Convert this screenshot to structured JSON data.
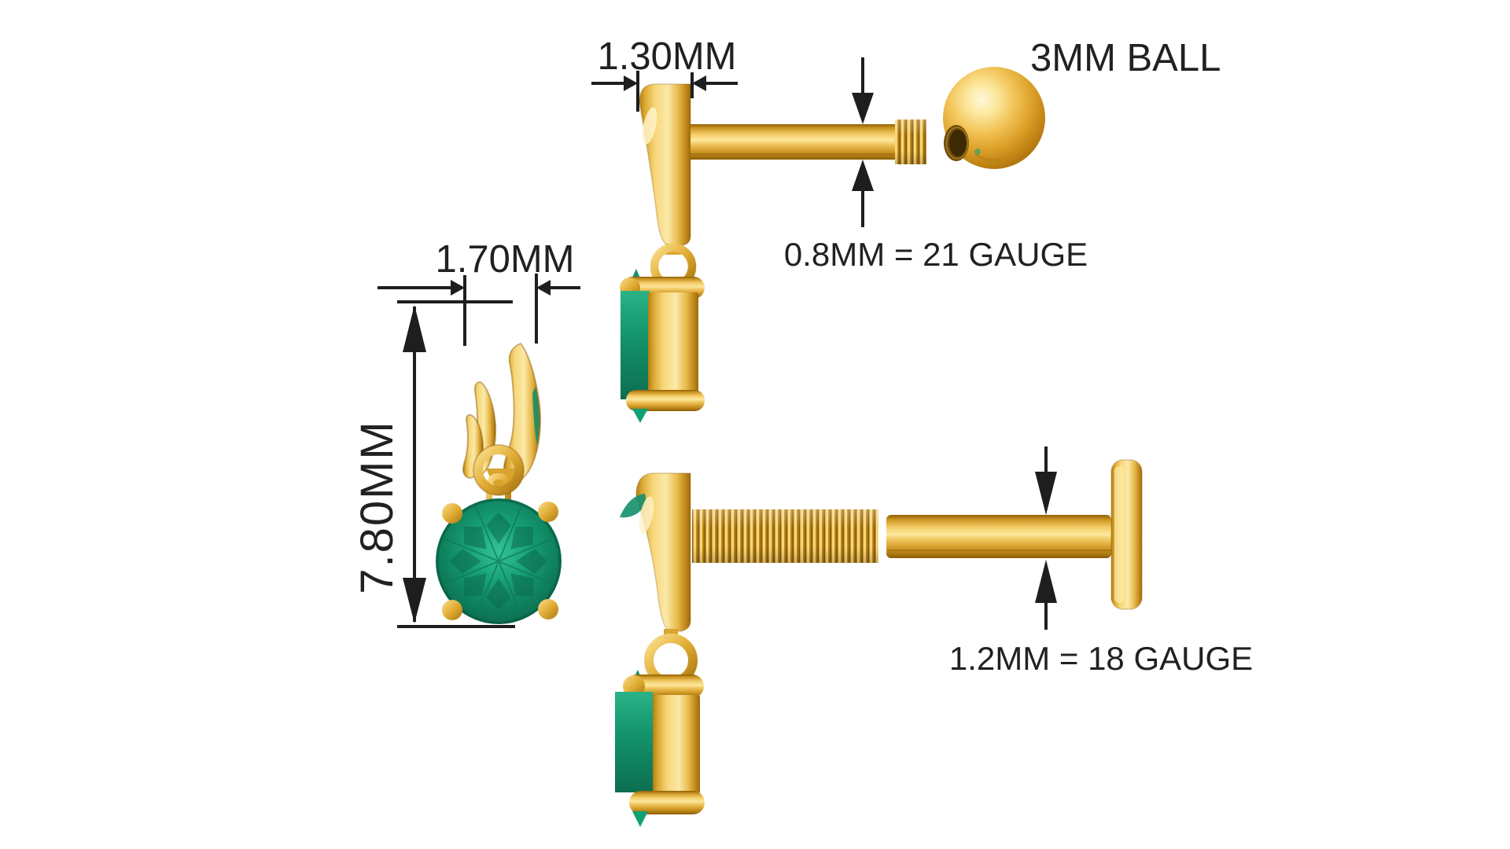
{
  "diagram": {
    "labels": {
      "top_plate_width": "1.30MM",
      "ball_size": "3MM BALL",
      "top_post_gauge": "0.8MM = 21 GAUGE",
      "drop_width": "1.70MM",
      "drop_height": "7.80MM",
      "bottom_post_gauge": "1.2MM = 18 GAUGE"
    },
    "colors": {
      "gold": "#E9B64A",
      "gold_dark": "#9A6A0C",
      "gold_light": "#FBE9A8",
      "emerald": "#14956E",
      "dimension_lines": "#1E1E1E",
      "background": "#FFFFFF"
    }
  }
}
